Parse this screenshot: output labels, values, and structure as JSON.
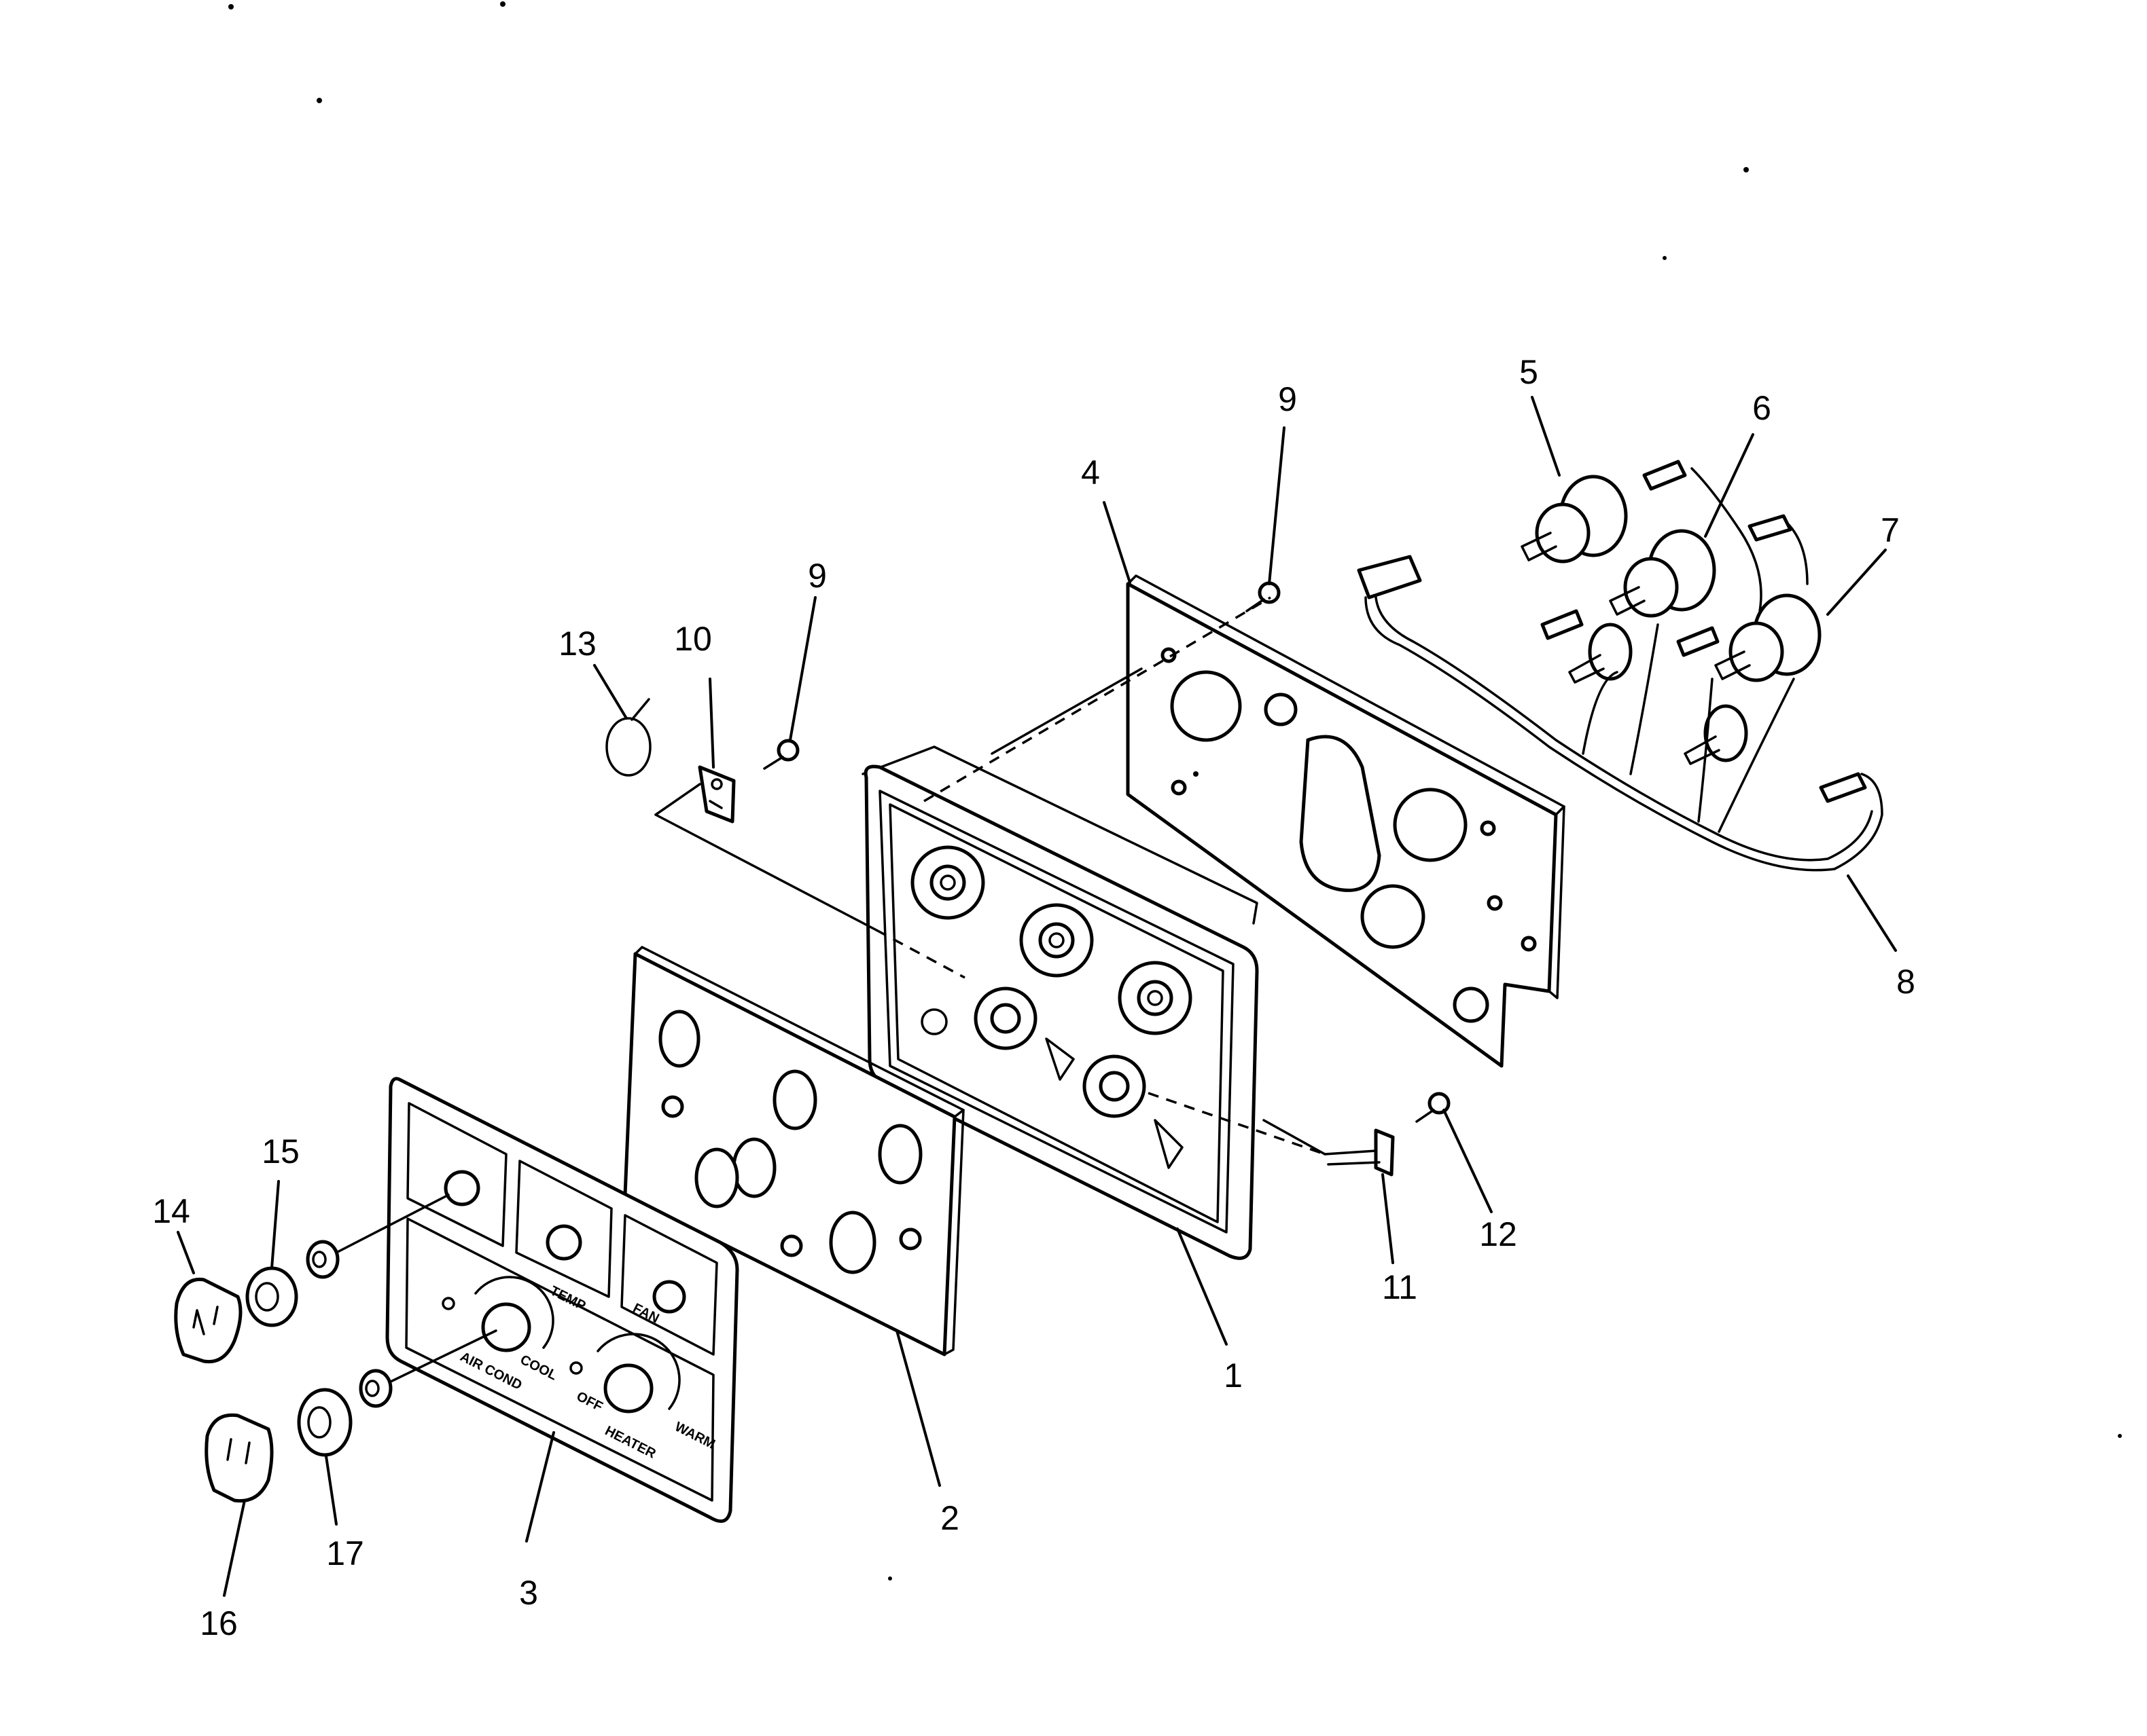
{
  "diagram": {
    "callouts": [
      {
        "id": "c1",
        "label": "1"
      },
      {
        "id": "c2",
        "label": "2"
      },
      {
        "id": "c3",
        "label": "3"
      },
      {
        "id": "c4",
        "label": "4"
      },
      {
        "id": "c5",
        "label": "5"
      },
      {
        "id": "c6",
        "label": "6"
      },
      {
        "id": "c7",
        "label": "7"
      },
      {
        "id": "c8",
        "label": "8"
      },
      {
        "id": "c9a",
        "label": "9"
      },
      {
        "id": "c9b",
        "label": "9"
      },
      {
        "id": "c10",
        "label": "10"
      },
      {
        "id": "c11",
        "label": "11"
      },
      {
        "id": "c12",
        "label": "12"
      },
      {
        "id": "c13",
        "label": "13"
      },
      {
        "id": "c14",
        "label": "14"
      },
      {
        "id": "c15",
        "label": "15"
      },
      {
        "id": "c16",
        "label": "16"
      },
      {
        "id": "c17",
        "label": "17"
      }
    ],
    "panel_markings": {
      "temp": "TEMP",
      "cool": "COOL",
      "air_cond": "AIR COND",
      "heater": "HEATER",
      "warm": "WARM",
      "off": "OFF",
      "fan": "FAN"
    }
  }
}
